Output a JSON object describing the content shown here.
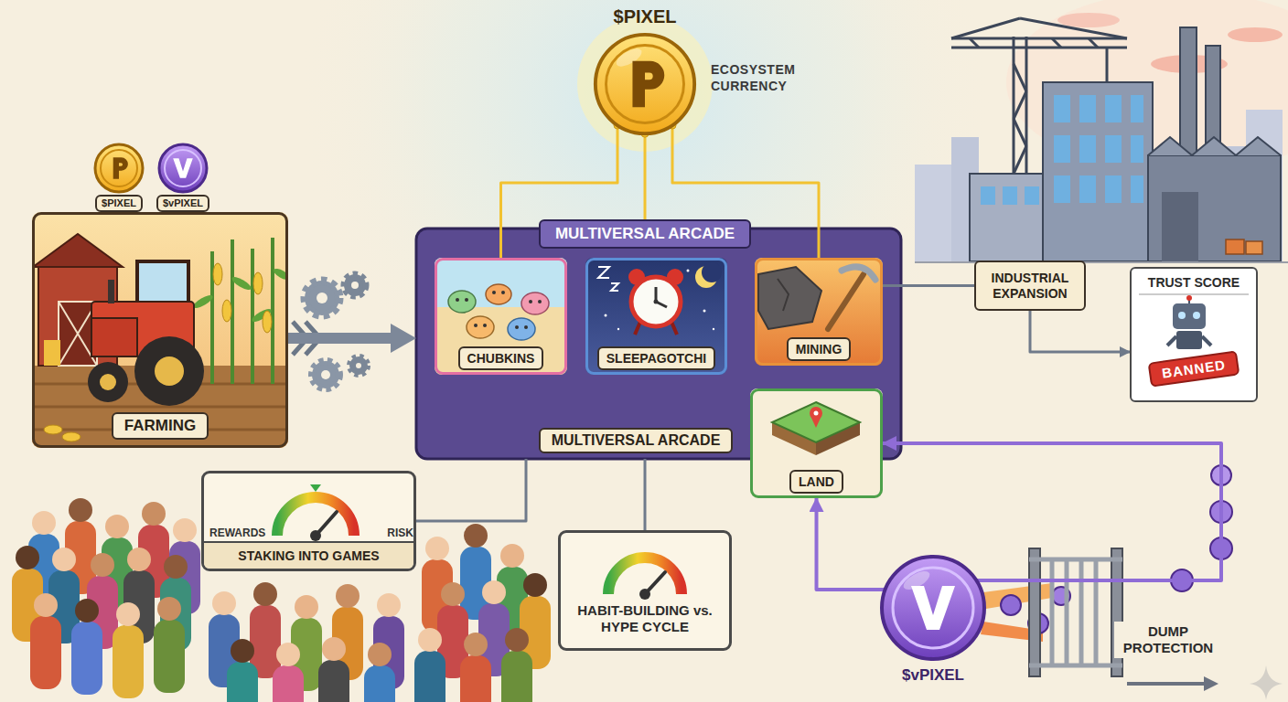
{
  "diagram": {
    "nodes": [
      {
        "text": [
          "$PIXEL",
          "ECOSYSTEM CURRENCY"
        ]
      },
      {
        "text": [
          "FARMING"
        ]
      },
      {
        "text": [
          "MULTIVERSAL ARCADE",
          "MULTIVERSAL ARCADE"
        ]
      },
      {
        "text": [
          "CHUBKINS"
        ],
        "in": 2
      },
      {
        "text": [
          "SLEEPAGOTCHI"
        ],
        "in": 2
      },
      {
        "text": [
          "MINING"
        ],
        "in": 2
      },
      {
        "text": [
          "LAND"
        ],
        "in": 2
      },
      {
        "text": [
          "INDUSTRIAL EXPANSION"
        ]
      },
      {
        "text": [
          "TRUST SCORE",
          "BANNED"
        ]
      },
      {
        "text": [
          "REWARDS",
          "RISK",
          "STAKING INTO GAMES"
        ]
      },
      {
        "text": [
          "HABIT-BUILDING vs. HYPE CYCLE"
        ]
      },
      {
        "text": [
          "$vPIXEL"
        ]
      }
    ],
    "edges": [
      {
        "from": 0,
        "to": 3,
        "arrow": "none"
      },
      {
        "from": 0,
        "to": 2,
        "arrow": "none"
      },
      {
        "from": 0,
        "to": 5,
        "arrow": "none"
      },
      {
        "from": 1,
        "to": 2,
        "arrow": "to"
      },
      {
        "from": 5,
        "to": 7,
        "arrow": "none"
      },
      {
        "from": 7,
        "to": 8,
        "arrow": "to"
      },
      {
        "from": 2,
        "to": 9,
        "arrow": "none"
      },
      {
        "from": 2,
        "to": 10,
        "arrow": "none"
      },
      {
        "from": 11,
        "to": 6,
        "arrow": "to"
      },
      {
        "from": 11,
        "to": 6,
        "arrow": "to"
      }
    ],
    "labels": [
      "$PIXEL",
      "$vPIXEL",
      "DUMP PROTECTION"
    ]
  }
}
